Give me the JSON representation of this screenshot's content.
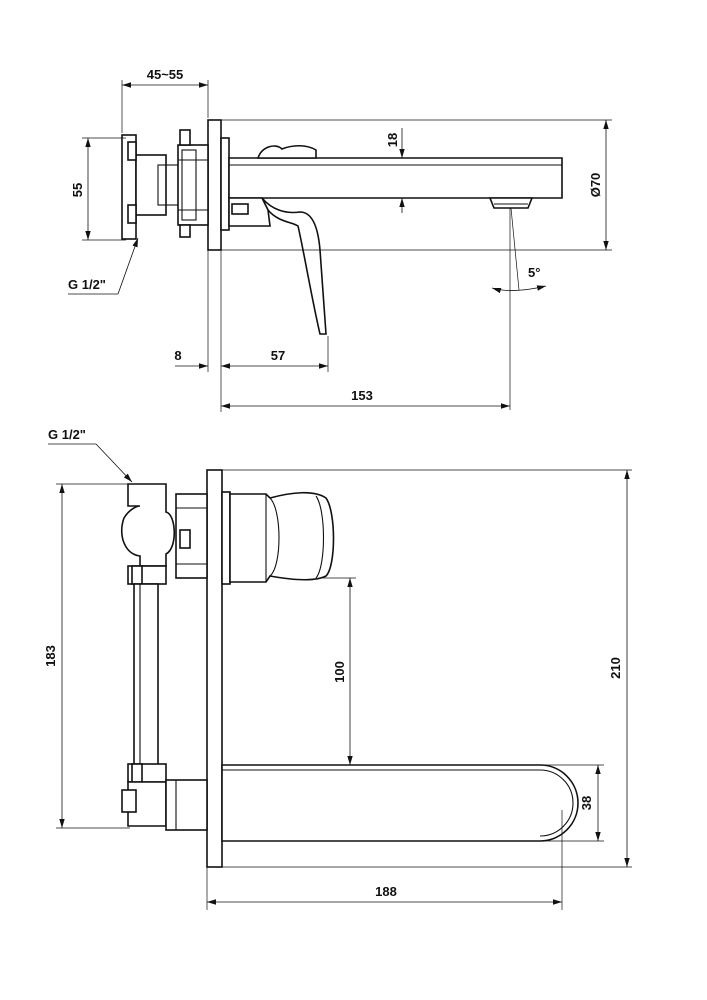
{
  "top_view": {
    "dim_width_range": "45~55",
    "dim_height_55": "55",
    "dim_spout_height_18": "18",
    "dim_diameter_70": "Ø70",
    "dim_angle_5": "5°",
    "dim_8": "8",
    "dim_57": "57",
    "dim_153": "153",
    "thread_label": "G 1/2\""
  },
  "front_view": {
    "thread_label": "G 1/2\"",
    "dim_183": "183",
    "dim_100": "100",
    "dim_210": "210",
    "dim_38": "38",
    "dim_188": "188"
  }
}
